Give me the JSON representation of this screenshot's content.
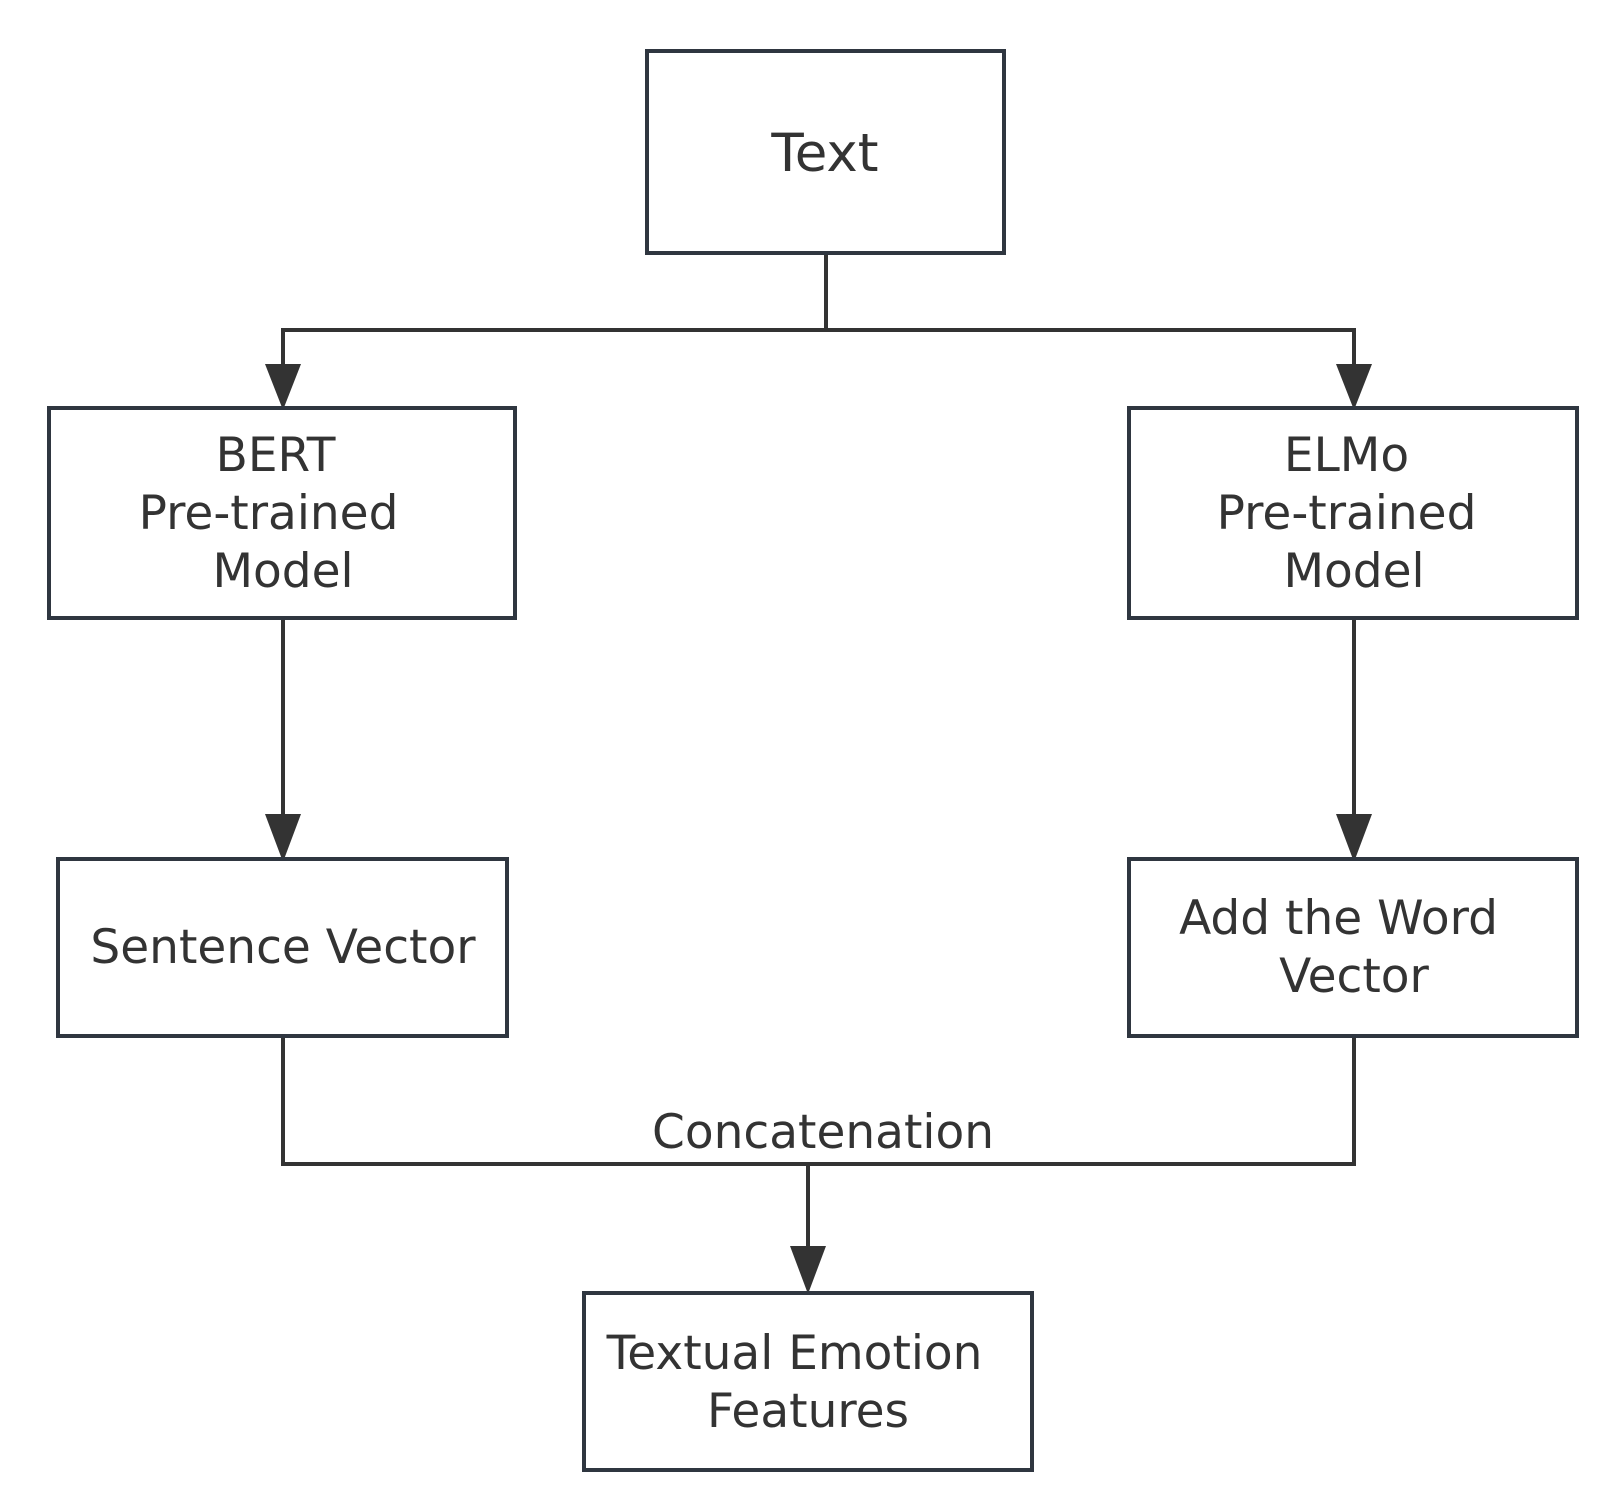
{
  "nodes": {
    "text": {
      "lines": [
        "Text"
      ]
    },
    "bert": {
      "lines": [
        "BERT",
        "Pre-trained",
        "Model"
      ]
    },
    "elmo": {
      "lines": [
        "ELMo",
        "Pre-trained",
        "Model"
      ]
    },
    "sentence_vector": {
      "lines": [
        "Sentence Vector"
      ]
    },
    "word_vector": {
      "lines": [
        "Add the Word",
        "Vector"
      ]
    },
    "features": {
      "lines": [
        "Textual Emotion",
        "Features"
      ]
    }
  },
  "edge_labels": {
    "concat": "Concatenation"
  }
}
